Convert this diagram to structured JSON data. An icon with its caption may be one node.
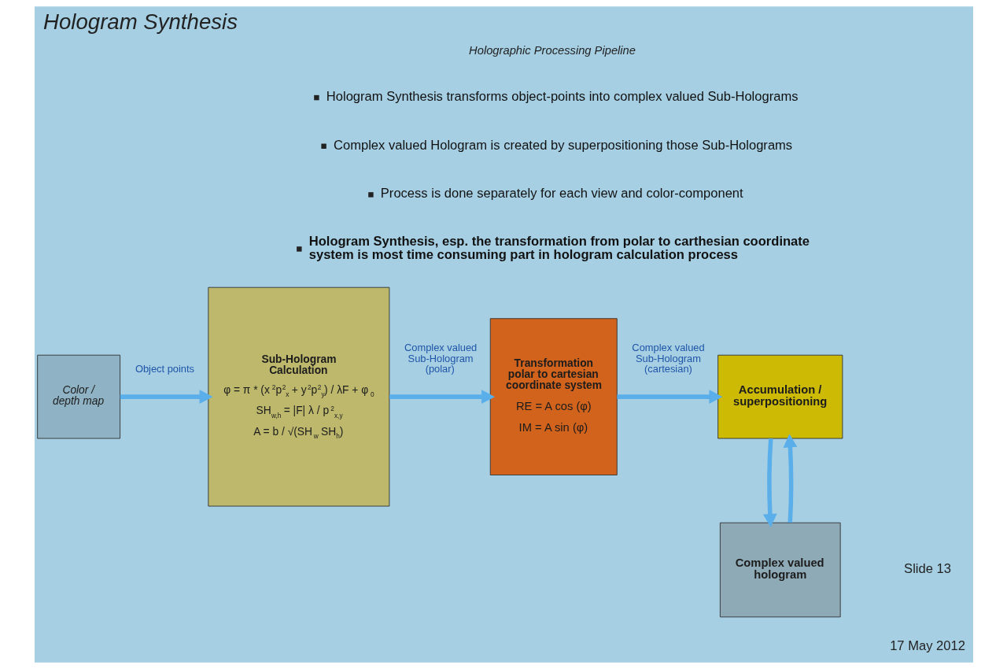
{
  "diagram": {
    "title": "Hologram Synthesis",
    "nodes": [
      {
        "text": [
          "Color / depth map"
        ]
      },
      {
        "text": [
          "Sub-Hologram Calculation",
          "φ = π * (x$^{2}$p$^{2}$$_{x}$ + y$^{2}$p$^{2}$$_{y}$) / λF + φ$_{0}$",
          "SH$_{w,h}$ = |F| λ / p$^{2}$$_{x,y}$",
          "A = b / √(SH$_{w}$ SH$_{h}$)"
        ]
      },
      {
        "text": [
          "Transformation polar to cartesian coordinate system",
          "RE = A cos (φ)",
          "IM = A sin (φ)"
        ]
      },
      {
        "text": [
          "Accumulation / superpositioning"
        ]
      },
      {
        "text": [
          "Complex valued hologram"
        ]
      }
    ],
    "edges": [
      {
        "from": 0,
        "to": 1,
        "arrow": "to",
        "label": "Object points"
      },
      {
        "from": 1,
        "to": 2,
        "arrow": "to",
        "label": "Complex valued Sub-Hologram (polar)"
      },
      {
        "from": 2,
        "to": 3,
        "arrow": "to",
        "label": "Complex valued Sub-Hologram (cartesian)"
      },
      {
        "from": 3,
        "to": 4,
        "arrow": "to"
      },
      {
        "from": 4,
        "to": 3,
        "arrow": "to"
      }
    ],
    "labels": [
      "Holographic Processing Pipeline",
      "Hologram Synthesis transforms object-points into complex valued Sub-Holograms",
      "Complex valued Hologram is created by superpositioning those Sub-Holograms",
      "Process is done separately for each view and color-component",
      "Hologram Synthesis, esp. the transformation from polar to carthesian coordinate system is most time consuming part in hologram calculation process",
      "Slide 13",
      "17 May 2012"
    ]
  }
}
